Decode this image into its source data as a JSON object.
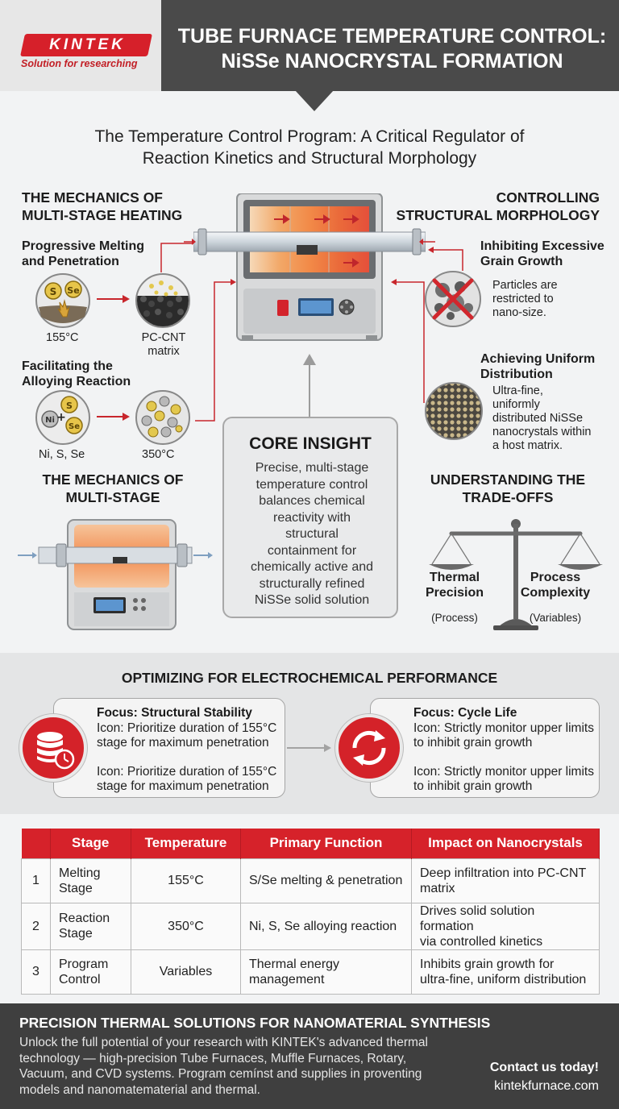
{
  "brand": {
    "logo": "KINTEK",
    "tagline": "Solution for researching"
  },
  "header": {
    "title_line1": "TUBE FURNACE TEMPERATURE CONTROL:",
    "title_line2": "NiSSe NANOCRYSTAL FORMATION"
  },
  "subtitle": {
    "line1": "The Temperature Control Program: A Critical Regulator of",
    "line2": "Reaction Kinetics and Structural Morphology"
  },
  "left": {
    "heading_line1": "THE MECHANICS OF",
    "heading_line2": "MULTI-STAGE HEATING",
    "melting": {
      "title_line1": "Progressive Melting",
      "title_line2": "and Penetration",
      "temp": "155°C",
      "target_line1": "PC-CNT",
      "target_line2": "matrix"
    },
    "alloying": {
      "title_line1": "Facilitating the",
      "title_line2": "Alloying Reaction",
      "reactants": "Ni, S, Se",
      "temp": "350°C",
      "symbols": {
        "ni": "Ni",
        "s": "S",
        "se": "Se"
      }
    },
    "heading2_line1": "THE MECHANICS OF",
    "heading2_line2": "MULTI-STAGE"
  },
  "right": {
    "heading_line1": "CONTROLLING",
    "heading_line2": "STRUCTURAL MORPHOLOGY",
    "grain": {
      "title_line1": "Inhibiting Excessive",
      "title_line2": "Grain Growth",
      "desc_line1": "Particles are",
      "desc_line2": "restricted to",
      "desc_line3": "nano-size."
    },
    "uniform": {
      "title_line1": "Achieving Uniform",
      "title_line2": "Distribution",
      "desc_line1": "Ultra-fine,",
      "desc_line2": "uniformly",
      "desc_line3": "distributed NiSSe",
      "desc_line4": "nanocrystals within",
      "desc_line5": "a host matrix."
    },
    "tradeoffs": {
      "heading_line1": "UNDERSTANDING THE",
      "heading_line2": "TRADE-OFFS",
      "left_line1": "Thermal",
      "left_line2": "Precision",
      "left_sub": "(Process)",
      "right_line1": "Process",
      "right_line2": "Complexity",
      "right_sub": "(Variables)"
    }
  },
  "insight": {
    "title": "CORE INSIGHT",
    "lines": [
      "Precise, multi-stage",
      "temperature control",
      "balances chemical",
      "reactivity with",
      "structural",
      "containment for",
      "chemically active and",
      "structurally refined",
      "NiSSe solid solution"
    ]
  },
  "optimizing": {
    "title": "OPTIMIZING FOR ELECTROCHEMICAL PERFORMANCE",
    "left": {
      "focus": "Focus: Structural Stability",
      "line1": "Icon: Prioritize duration of 155°C",
      "line2": "stage for maximum penetration",
      "line3": "Icon: Prioritize duration of 155°C",
      "line4": "stage for maximum penetration"
    },
    "right": {
      "focus": "Focus: Cycle Life",
      "line1": "Icon: Strictly monitor upper limits",
      "line2": "to inhibit grain growth",
      "line3": "Icon: Strictly monitor upper limits",
      "line4": "to inhibit grain growth"
    }
  },
  "table": {
    "headers": [
      "",
      "Stage",
      "Temperature",
      "Primary Function",
      "Impact on Nanocrystals"
    ],
    "rows": [
      {
        "num": "1",
        "stage_l1": "Melting",
        "stage_l2": "Stage",
        "temp": "155°C",
        "func_l1": "S/Se melting & penetration",
        "func_l2": "",
        "impact_l1": "Deep infiltration into PC-CNT",
        "impact_l2": "matrix"
      },
      {
        "num": "2",
        "stage_l1": "Reaction",
        "stage_l2": "Stage",
        "temp": "350°C",
        "func_l1": "Ni, S, Se alloying reaction",
        "func_l2": "",
        "impact_l1": "Drives solid solution formation",
        "impact_l2": "via controlled kinetics"
      },
      {
        "num": "3",
        "stage_l1": "Program",
        "stage_l2": "Control",
        "temp": "Variables",
        "func_l1": "Thermal energy",
        "func_l2": "management",
        "impact_l1": "Inhibits grain growth for",
        "impact_l2": "ultra-fine, uniform distribution"
      }
    ]
  },
  "footer": {
    "title": "PRECISION THERMAL SOLUTIONS FOR NANOMATERIAL SYNTHESIS",
    "line1": "Unlock the full potential of your research with KINTEK's advanced thermal",
    "line2": "technology — high-precision Tube Furnaces, Muffle Furnaces, Rotary,",
    "line3": "Vacuum, and CVD systems. Program cemínst and supplies in proventing",
    "line4": "models and nanomatematerial and thermal.",
    "cta": "Contact us today!",
    "url": "kintekfurnace.com"
  },
  "colors": {
    "accent": "#d6222a",
    "header_dark": "#4a4a4a",
    "footer": "#3f3f3f"
  }
}
